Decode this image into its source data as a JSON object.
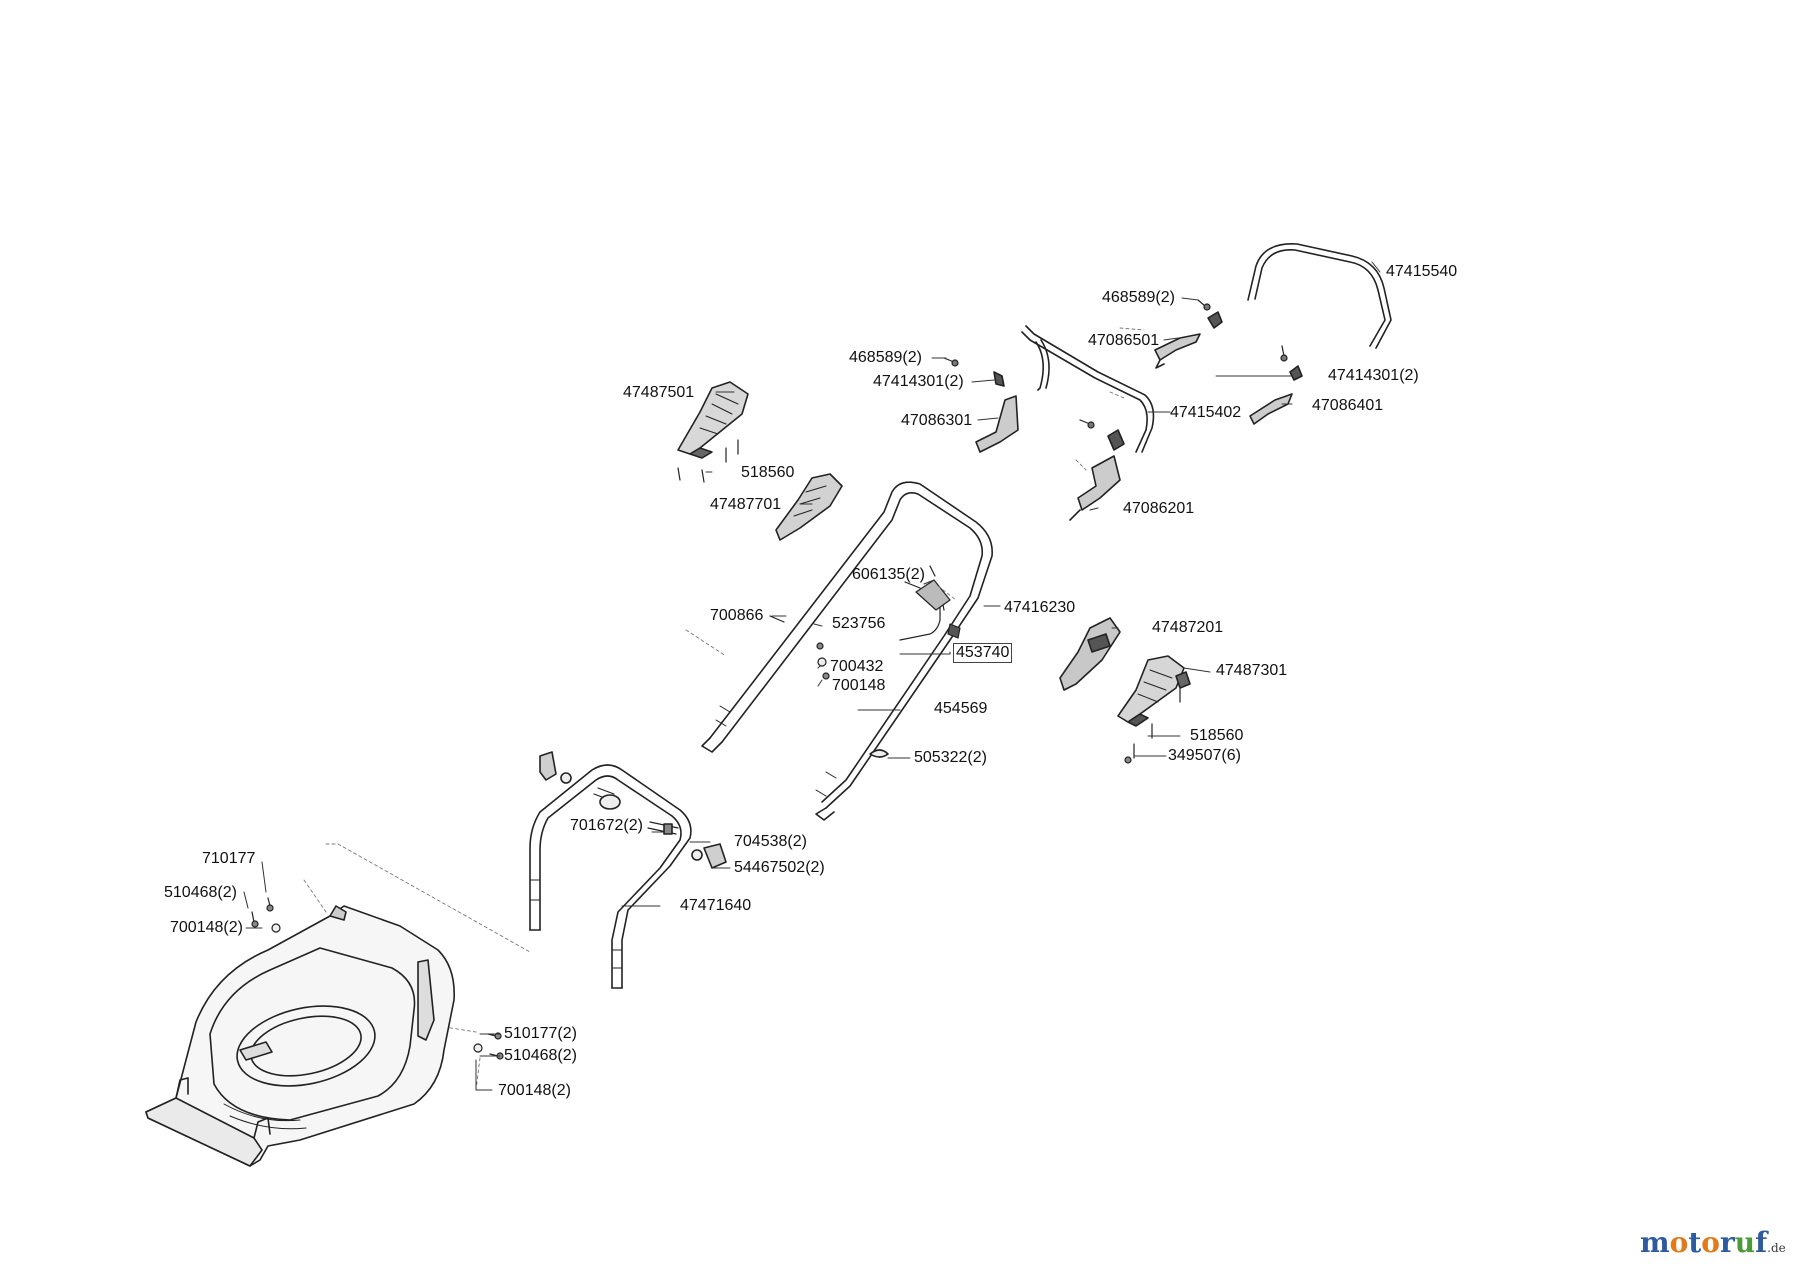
{
  "diagram": {
    "labels": {
      "p47415540": "47415540",
      "p468589_top": "468589(2)",
      "p47086501": "47086501",
      "p468589_mid": "468589(2)",
      "p47414301_left": "47414301(2)",
      "p47414301_right": "47414301(2)",
      "p47086401": "47086401",
      "p47487501": "47487501",
      "p47086301": "47086301",
      "p47415402": "47415402",
      "p518560_top": "518560",
      "p47487701": "47487701",
      "p47086201": "47086201",
      "p606135": "606135(2)",
      "p47416230": "47416230",
      "p700866": "700866",
      "p523756": "523756",
      "p47487201": "47487201",
      "p453740": "453740",
      "p700432": "700432",
      "p47487301": "47487301",
      "p700148_a": "700148",
      "p454569": "454569",
      "p518560_bottom": "518560",
      "p349507": "349507(6)",
      "p505322": "505322(2)",
      "p701672": "701672(2)",
      "p704538": "704538(2)",
      "p710177": "710177",
      "p54467502": "54467502(2)",
      "p510468_left": "510468(2)",
      "p47471640": "47471640",
      "p700148_left": "700148(2)",
      "p510177": "510177(2)",
      "p510468_right": "510468(2)",
      "p700148_bottom": "700148(2)"
    }
  },
  "watermark": {
    "text": "motoruf",
    "tld": ".de",
    "letter_colors": [
      "#2e5b9e",
      "#e07a1a",
      "#2e5b9e",
      "#e07a1a",
      "#2e5b9e",
      "#4a9a3a",
      "#2e5b9e"
    ]
  }
}
